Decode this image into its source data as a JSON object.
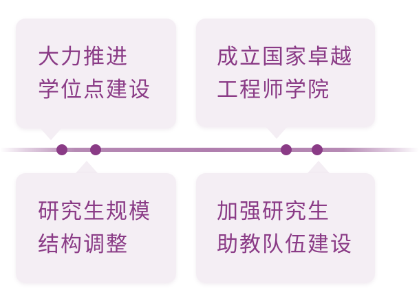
{
  "colors": {
    "accent": "#8a3b86",
    "card_bg": "#f4eef4",
    "line": "#b07eae"
  },
  "cards": {
    "top_left": {
      "line1": "大力推进",
      "line2": "学位点建设"
    },
    "top_right": {
      "line1": "成立国家卓越",
      "line2": "工程师学院"
    },
    "bottom_left": {
      "line1": "研究生规模",
      "line2": "结构调整"
    },
    "bottom_right": {
      "line1": "加强研究生",
      "line2": "助教队伍建设"
    }
  }
}
